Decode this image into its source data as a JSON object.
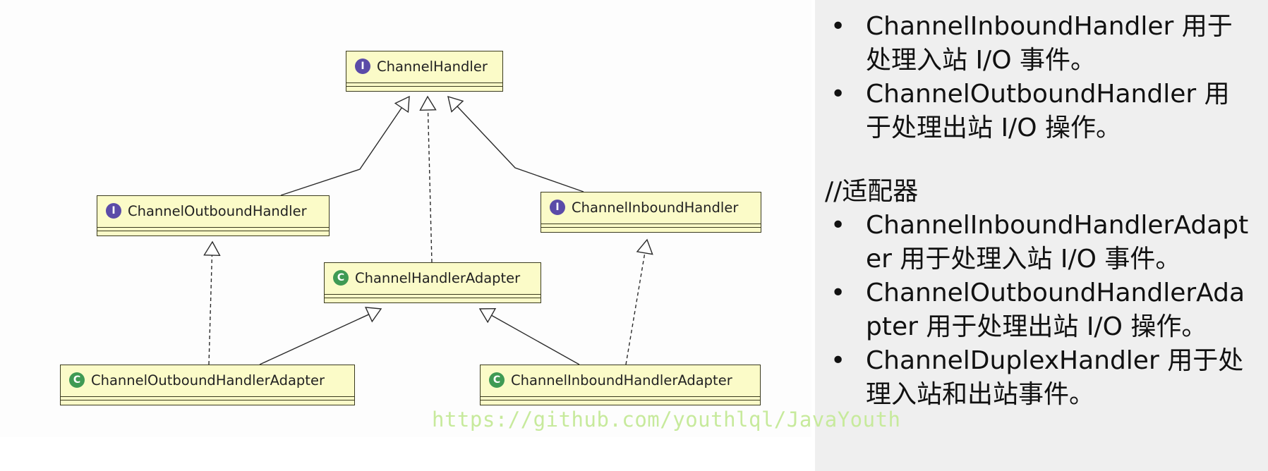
{
  "diagram": {
    "nodes": [
      {
        "id": "channel-handler",
        "kind": "interface",
        "badge": "I",
        "label": "ChannelHandler"
      },
      {
        "id": "channel-outbound-handler",
        "kind": "interface",
        "badge": "I",
        "label": "ChannelOutboundHandler"
      },
      {
        "id": "channel-inbound-handler",
        "kind": "interface",
        "badge": "I",
        "label": "ChannelInboundHandler"
      },
      {
        "id": "channel-handler-adapter",
        "kind": "class",
        "badge": "C",
        "label": "ChannelHandlerAdapter"
      },
      {
        "id": "channel-outbound-handler-adapter",
        "kind": "class",
        "badge": "C",
        "label": "ChannelOutboundHandlerAdapter"
      },
      {
        "id": "channel-inbound-handler-adapter",
        "kind": "class",
        "badge": "C",
        "label": "ChannelInboundHandlerAdapter"
      }
    ],
    "edges": [
      {
        "from": "channel-outbound-handler",
        "to": "channel-handler",
        "type": "extends"
      },
      {
        "from": "channel-handler-adapter",
        "to": "channel-handler",
        "type": "implements"
      },
      {
        "from": "channel-inbound-handler",
        "to": "channel-handler",
        "type": "extends"
      },
      {
        "from": "channel-outbound-handler-adapter",
        "to": "channel-outbound-handler",
        "type": "implements"
      },
      {
        "from": "channel-outbound-handler-adapter",
        "to": "channel-handler-adapter",
        "type": "extends"
      },
      {
        "from": "channel-inbound-handler-adapter",
        "to": "channel-handler-adapter",
        "type": "extends"
      },
      {
        "from": "channel-inbound-handler-adapter",
        "to": "channel-inbound-handler",
        "type": "implements"
      }
    ]
  },
  "notes": {
    "handlers": [
      {
        "name": "ChannelInboundHandler",
        "desc": "用于处理入站 I/O 事件。"
      },
      {
        "name": "ChannelOutboundHandler",
        "desc": "用于处理出站 I/O 操作。"
      }
    ],
    "adapter_heading": "//适配器",
    "adapters": [
      {
        "name": "ChannelInboundHandlerAdapter",
        "desc": "用于处理入站 I/O 事件。"
      },
      {
        "name": "ChannelOutboundHandlerAdapter",
        "desc": "用于处理出站 I/O 操作。"
      },
      {
        "name": "ChannelDuplexHandler",
        "desc": "用于处理入站和出站事件。"
      }
    ],
    "bullet": "•"
  },
  "watermark": "https://github.com/youthlql/JavaYouth"
}
